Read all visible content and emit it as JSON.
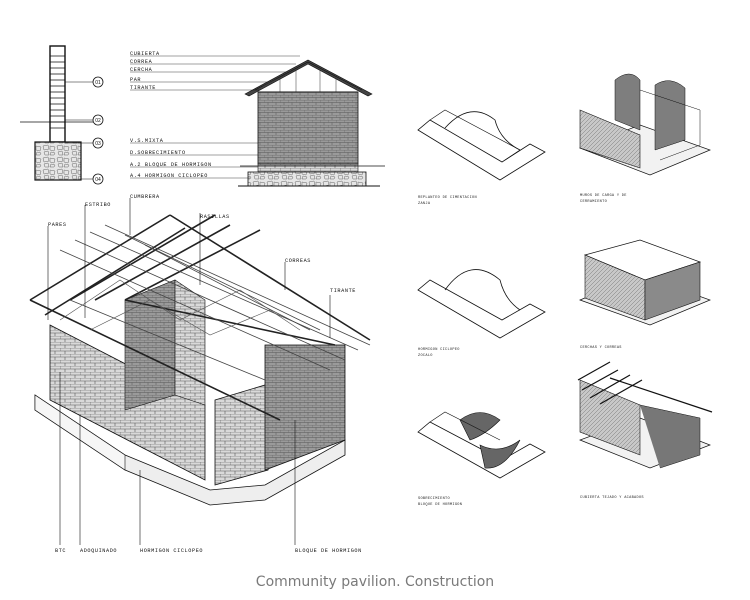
{
  "caption": "Community pavilion. Construction",
  "section_labels": {
    "cubierta": "CUBIERTA",
    "correa": "CORREA",
    "cercha": "CERCHA",
    "par": "PAR",
    "tirante": "TIRANTE",
    "viga_ma": "V.S.MIXTA",
    "d_sobrecimiento": "D.SOBRECIMIENTO",
    "a2": "A.2 BLOQUE DE HORMIGON",
    "a4": "A.4 HORMIGON CICLOPEO"
  },
  "section_numbers": [
    "01",
    "02",
    "03",
    "04"
  ],
  "axo_labels": {
    "cumbrera": "CUMBRERA",
    "estribo": "ESTRIBO",
    "pares": "PARES",
    "rasillas": "RASILLAS",
    "correas": "CORREAS",
    "tirante": "TIRANTE",
    "bottom_1": "BTC",
    "bottom_2": "ADOQUINADO",
    "bottom_3": "HORMIGON CICLOPEO",
    "bottom_4": "BLOQUE DE HORMIGON"
  },
  "steps": [
    {
      "line1": "REPLANTEO DE CIMENTACION",
      "line2": "ZANJA"
    },
    {
      "line1": "MUROS DE CARGA Y DE",
      "line2": "CERRAMIENTO"
    },
    {
      "line1": "HORMIGON CICLOPEO",
      "line2": "ZOCALO"
    },
    {
      "line1": "CERCHAS Y CORREAS",
      "line2": ""
    },
    {
      "line1": "SOBRECIMIENTO",
      "line2": "BLOQUE DE HORMIGON"
    },
    {
      "line1": "CUBIERTA TEJADO Y ACABADOS",
      "line2": ""
    }
  ]
}
